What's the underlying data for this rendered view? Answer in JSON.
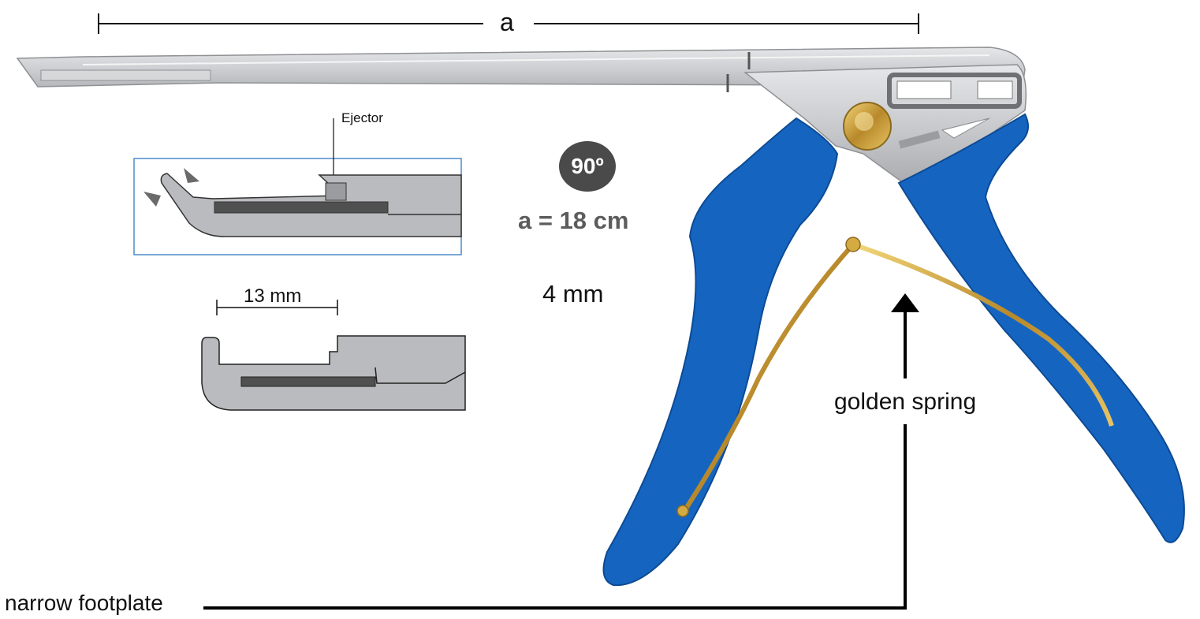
{
  "dimension_label": "a",
  "ejector_label": "Ejector",
  "footplate_length": "13 mm",
  "angle_badge": "90º",
  "length_spec": "a = 18 cm",
  "bite_size": "4 mm",
  "spring_label": "golden spring",
  "footplate_label": "narrow footplate",
  "colors": {
    "handle_blue": "#1565c0",
    "steel": "#c4c6c9",
    "spring_gold": "#c9a23a",
    "badge_gray": "#4a4a4a",
    "inset_border": "#4f8bc9"
  }
}
